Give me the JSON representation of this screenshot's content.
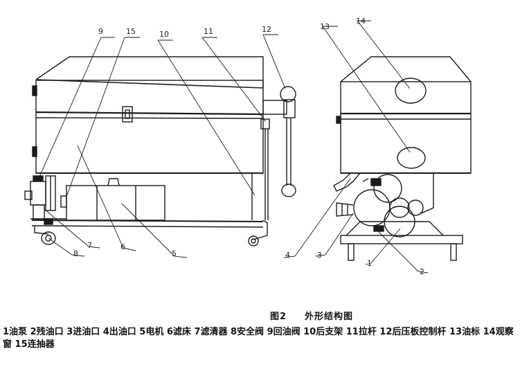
{
  "callouts": {
    "c1": "1",
    "c2": "2",
    "c3": "3",
    "c4": "4",
    "c5": "5",
    "c6": "6",
    "c7": "7",
    "c8": "8",
    "c9": "9",
    "c10": "10",
    "c11": "11",
    "c12": "12",
    "c13": "13",
    "c14": "14",
    "c15": "15"
  },
  "caption": {
    "figure_no": "图2",
    "title": "外形结构图"
  },
  "legend": {
    "text": "1油泵 2残油口 3进油口 4出油口 5电机 6滤床 7滤清器 8安全阀 9回油阀 10后支架 11拉杆 12后压板控制杆 13油标 14观察窗 15连抽器"
  }
}
